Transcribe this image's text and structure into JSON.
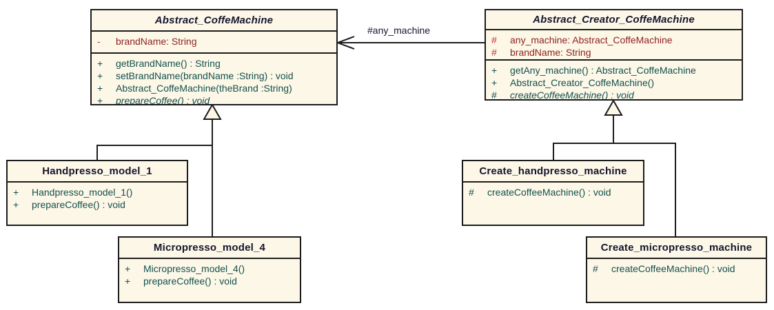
{
  "diagram": {
    "kind": "uml-class-diagram",
    "colors": {
      "class_fill": "#FCF7E7",
      "border": "#1b1b1b",
      "title_text": "#15152E",
      "attribute_text": "#8E1F1F",
      "attribute_sign": "#C03030",
      "method_text": "#14504E",
      "background": "#ffffff"
    },
    "classes": [
      {
        "name": "Abstract_CoffeMachine",
        "abstract": true,
        "attributes": [
          {
            "visibility": "-",
            "text": "brandName: String"
          }
        ],
        "methods": [
          {
            "visibility": "+",
            "text": "getBrandName() : String"
          },
          {
            "visibility": "+",
            "text": "setBrandName(brandName :String) : void"
          },
          {
            "visibility": "+",
            "text": "Abstract_CoffeMachine(theBrand :String)"
          },
          {
            "visibility": "+",
            "text": "prepareCoffee() : void",
            "abstract": true
          }
        ]
      },
      {
        "name": "Abstract_Creator_CoffeMachine",
        "abstract": true,
        "attributes": [
          {
            "visibility": "#",
            "text": "any_machine: Abstract_CoffeMachine"
          },
          {
            "visibility": "#",
            "text": "brandName: String"
          }
        ],
        "methods": [
          {
            "visibility": "+",
            "text": "getAny_machine() : Abstract_CoffeMachine"
          },
          {
            "visibility": "+",
            "text": "Abstract_Creator_CoffeMachine()"
          },
          {
            "visibility": "#",
            "text": "createCoffeeMachine() : void",
            "abstract": true
          }
        ]
      },
      {
        "name": "Handpresso_model_1",
        "abstract": false,
        "attributes": [],
        "methods": [
          {
            "visibility": "+",
            "text": "Handpresso_model_1()"
          },
          {
            "visibility": "+",
            "text": "prepareCoffee() : void"
          }
        ]
      },
      {
        "name": "Micropresso_model_4",
        "abstract": false,
        "attributes": [],
        "methods": [
          {
            "visibility": "+",
            "text": "Micropresso_model_4()"
          },
          {
            "visibility": "+",
            "text": "prepareCoffee() : void"
          }
        ]
      },
      {
        "name": "Create_handpresso_machine",
        "abstract": false,
        "attributes": [],
        "methods": [
          {
            "visibility": "#",
            "text": "createCoffeeMachine() : void"
          }
        ]
      },
      {
        "name": "Create_micropresso_machine",
        "abstract": false,
        "attributes": [],
        "methods": [
          {
            "visibility": "#",
            "text": "createCoffeeMachine() : void"
          }
        ]
      }
    ],
    "relationships": [
      {
        "type": "association",
        "label": "#any_machine",
        "from": "Abstract_Creator_CoffeMachine",
        "to": "Abstract_CoffeMachine"
      },
      {
        "type": "generalization",
        "from": "Handpresso_model_1",
        "to": "Abstract_CoffeMachine"
      },
      {
        "type": "generalization",
        "from": "Micropresso_model_4",
        "to": "Abstract_CoffeMachine"
      },
      {
        "type": "generalization",
        "from": "Create_handpresso_machine",
        "to": "Abstract_Creator_CoffeMachine"
      },
      {
        "type": "generalization",
        "from": "Create_micropresso_machine",
        "to": "Abstract_Creator_CoffeMachine"
      }
    ]
  }
}
